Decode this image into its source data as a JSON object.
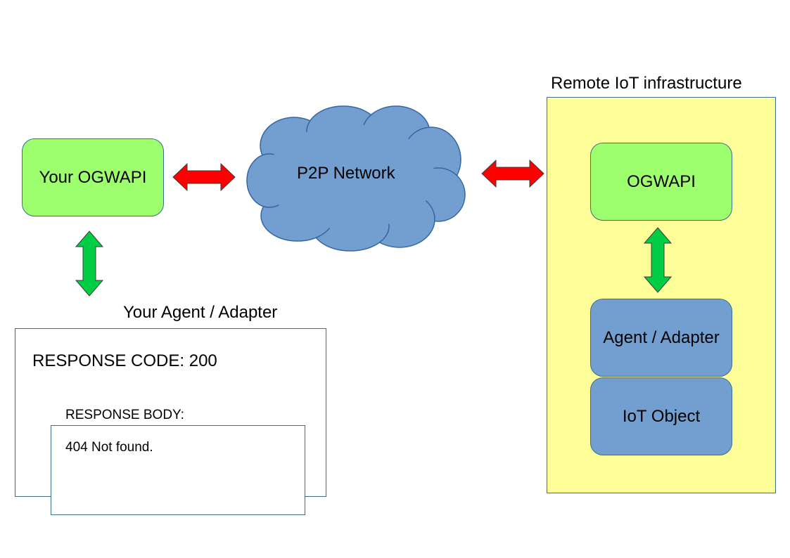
{
  "local": {
    "ogwapi_label": "Your OGWAPI",
    "agent_title": "Your Agent / Adapter",
    "response_code": "RESPONSE CODE: 200",
    "response_body_label": "RESPONSE BODY:",
    "response_body_text": "404 Not found."
  },
  "network": {
    "label": "P2P Network"
  },
  "remote": {
    "title": "Remote IoT infrastructure",
    "ogwapi_label": "OGWAPI",
    "agent_label": "Agent / Adapter",
    "iot_object_label": "IoT Object"
  },
  "colors": {
    "green_box": "#9dff6e",
    "blue_box": "#729fcf",
    "remote_panel": "#ffff99",
    "red_arrow": "#ff0000",
    "green_arrow": "#00cc44"
  }
}
